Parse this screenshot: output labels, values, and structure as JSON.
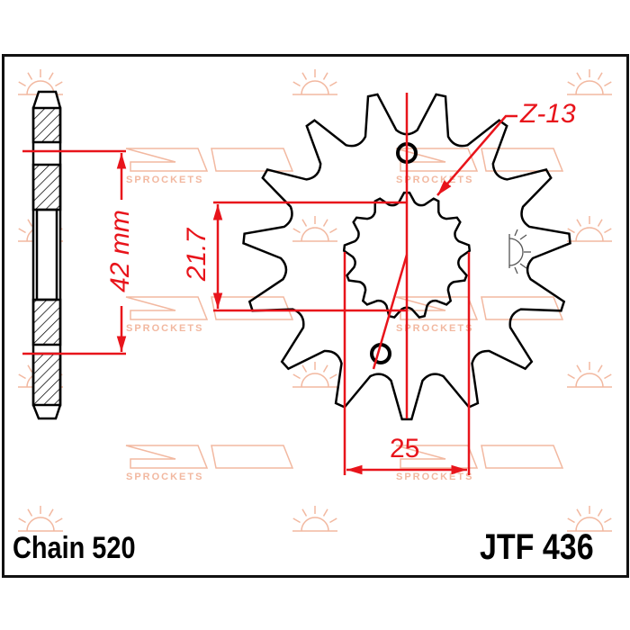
{
  "part_number": "JTF 436",
  "chain": "Chain 520",
  "dimensions": {
    "spline_count": "Z-13",
    "bolt_circle": "42 mm",
    "inner_diameter": "21.7",
    "width": "25"
  },
  "watermark": {
    "text": "SPROCKETS",
    "color": "#f2b8a0"
  },
  "colors": {
    "dimension": "#e8141b",
    "outline": "#000000"
  }
}
